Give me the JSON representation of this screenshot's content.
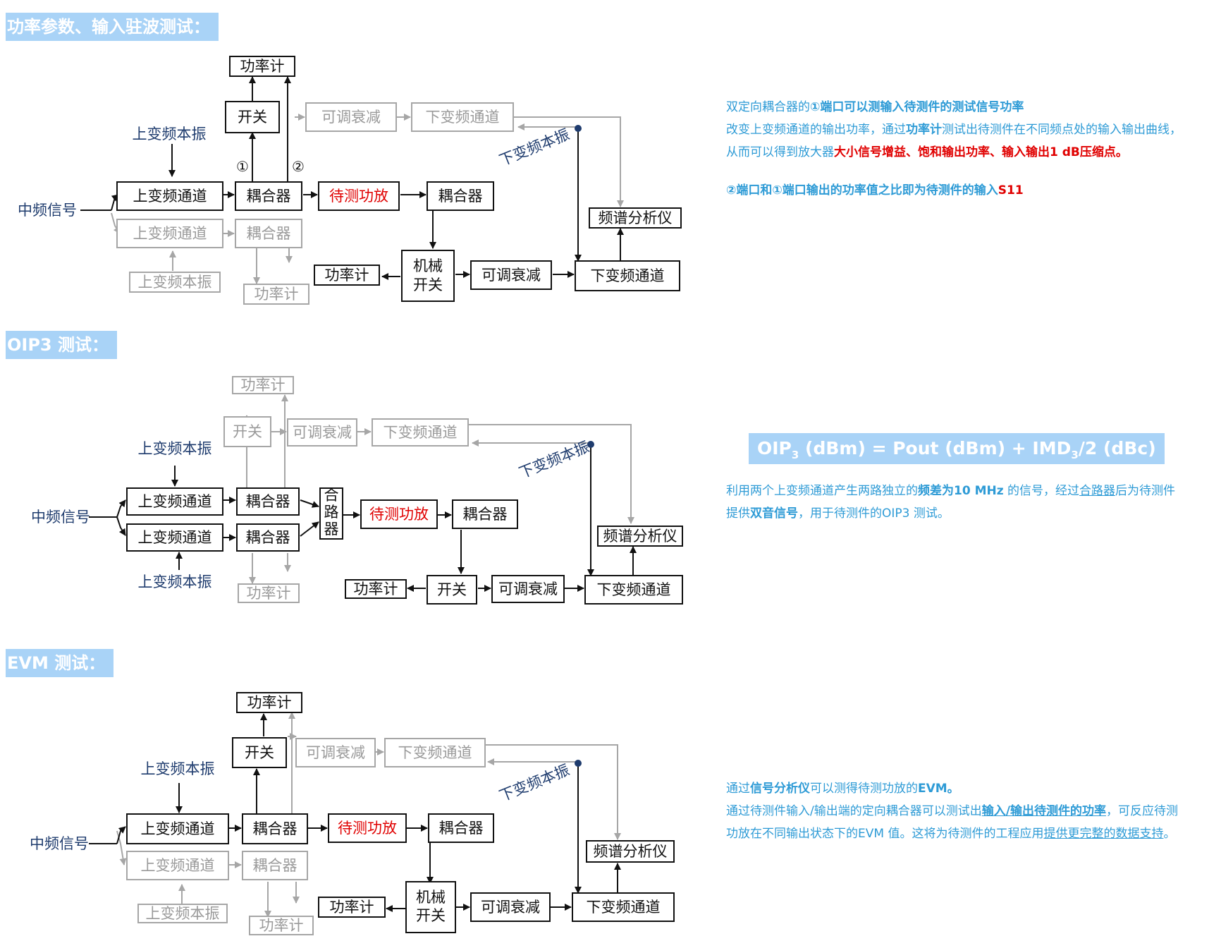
{
  "sections": [
    {
      "title": "功率参数、输入驻波测试："
    },
    {
      "title": "OIP3 测试："
    },
    {
      "title": "EVM 测试："
    }
  ],
  "labels": {
    "if_signal": "中频信号",
    "up_lo": "上变频本振",
    "down_lo": "下变频本振",
    "up_channel": "上变频通道",
    "coupler": "耦合器",
    "dut": "待测功放",
    "power_meter": "功率计",
    "switch": "开关",
    "atten": "可调衰减",
    "down_channel": "下变频通道",
    "spectrum": "频谱分析仪",
    "mech_switch_1": "机械",
    "mech_switch_2": "开关",
    "combiner_1": "合",
    "combiner_2": "路",
    "combiner_3": "器",
    "port1": "①",
    "port2": "②"
  },
  "desc1": {
    "l1a": "双定向耦合器的",
    "l1b": "①端口可以测输入待测件的测试信号功率",
    "l2a": "改变上变频通道的输出功率，通过",
    "l2b": "功率计",
    "l2c": "测试出待测件在不同频点处的输入输出曲线，",
    "l3a": "从而可以得到放大器",
    "l3b": "大小信号增益、饱和输出功率、输入输出1 dB压缩点。",
    "l4a": "②端口和①端口输出的功率值之比即为待测件的输入",
    "l4b": "S11"
  },
  "formula": {
    "a": "OIP",
    "a_sub": "3",
    "b": " (dBm) = Pout (dBm) + IMD",
    "b_sub": "3",
    "c": "/2 (dBc)"
  },
  "desc2": {
    "l1a": "利用两个上变频通道产生两路独立的",
    "l1b": "频差为10 MHz",
    "l1c": " 的信号，经过",
    "l1d": "合路器",
    "l1e": "后为待测件",
    "l2a": "提供",
    "l2b": "双音信号",
    "l2c": "，用于待测件的OIP3 测试。"
  },
  "desc3": {
    "l1a": "通过",
    "l1b": "信号分析仪",
    "l1c": "可以测得待测功放的",
    "l1d": "EVM。",
    "l2a": "通过待测件输入/输出端的定向耦合器可以测试出",
    "l2b": "输入/输出待测件的功率",
    "l2c": "，可反应待测",
    "l3a": "功放在不同输出状态下的EVM 值。这将为待测件的工程应用",
    "l3b": "提供更完整的数据支持",
    "l3c": "。"
  }
}
